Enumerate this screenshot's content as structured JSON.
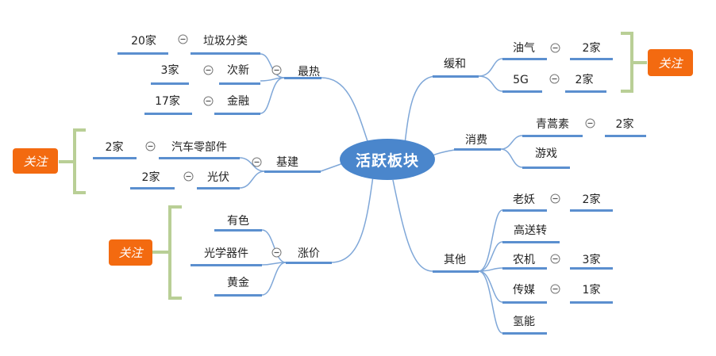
{
  "center": "活跃板块",
  "focus_label": "关注",
  "branches": {
    "hottest": {
      "label": "最热",
      "items": [
        {
          "name": "垃圾分类",
          "count": "20家"
        },
        {
          "name": "次新",
          "count": "3家"
        },
        {
          "name": "金融",
          "count": "17家"
        }
      ]
    },
    "infra": {
      "label": "基建",
      "items": [
        {
          "name": "汽车零部件",
          "count": "2家"
        },
        {
          "name": "光伏",
          "count": "2家"
        }
      ]
    },
    "price_up": {
      "label": "涨价",
      "items": [
        {
          "name": "有色"
        },
        {
          "name": "光学器件"
        },
        {
          "name": "黄金"
        }
      ]
    },
    "easing": {
      "label": "缓和",
      "items": [
        {
          "name": "油气",
          "count": "2家"
        },
        {
          "name": "5G",
          "count": "2家"
        }
      ]
    },
    "consumption": {
      "label": "消费",
      "items": [
        {
          "name": "青蒿素",
          "count": "2家"
        },
        {
          "name": "游戏"
        }
      ]
    },
    "other": {
      "label": "其他",
      "items": [
        {
          "name": "老妖",
          "count": "2家"
        },
        {
          "name": "高送转"
        },
        {
          "name": "农机",
          "count": "3家"
        },
        {
          "name": "传媒",
          "count": "1家"
        },
        {
          "name": "氢能"
        }
      ]
    }
  },
  "colors": {
    "central_fill": "#4a86cc",
    "branch_line": "#5b8fcf",
    "bracket": "#b9cf96",
    "focus_tag": "#f36a10"
  }
}
